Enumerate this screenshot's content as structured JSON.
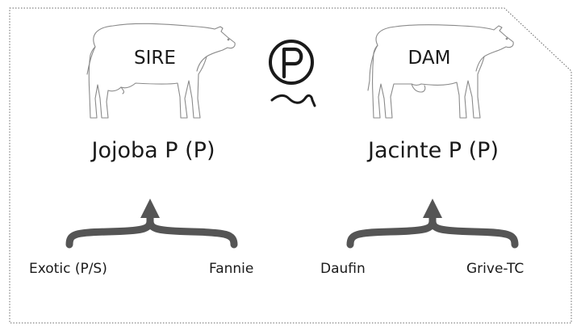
{
  "sire": {
    "label": "SIRE",
    "name": "Jojoba P (P)",
    "parents": {
      "father": "Exotic (P/S)",
      "mother": "Fannie"
    }
  },
  "dam": {
    "label": "DAM",
    "name": "Jacinte P (P)",
    "parents": {
      "father": "Daufin",
      "mother": "Grive-TC"
    }
  },
  "polled_symbol": {
    "letter": "P",
    "icon": "polled-p-icon"
  },
  "colors": {
    "line": "#1a1a1a",
    "bracket": "#555555",
    "outline": "#888888"
  }
}
